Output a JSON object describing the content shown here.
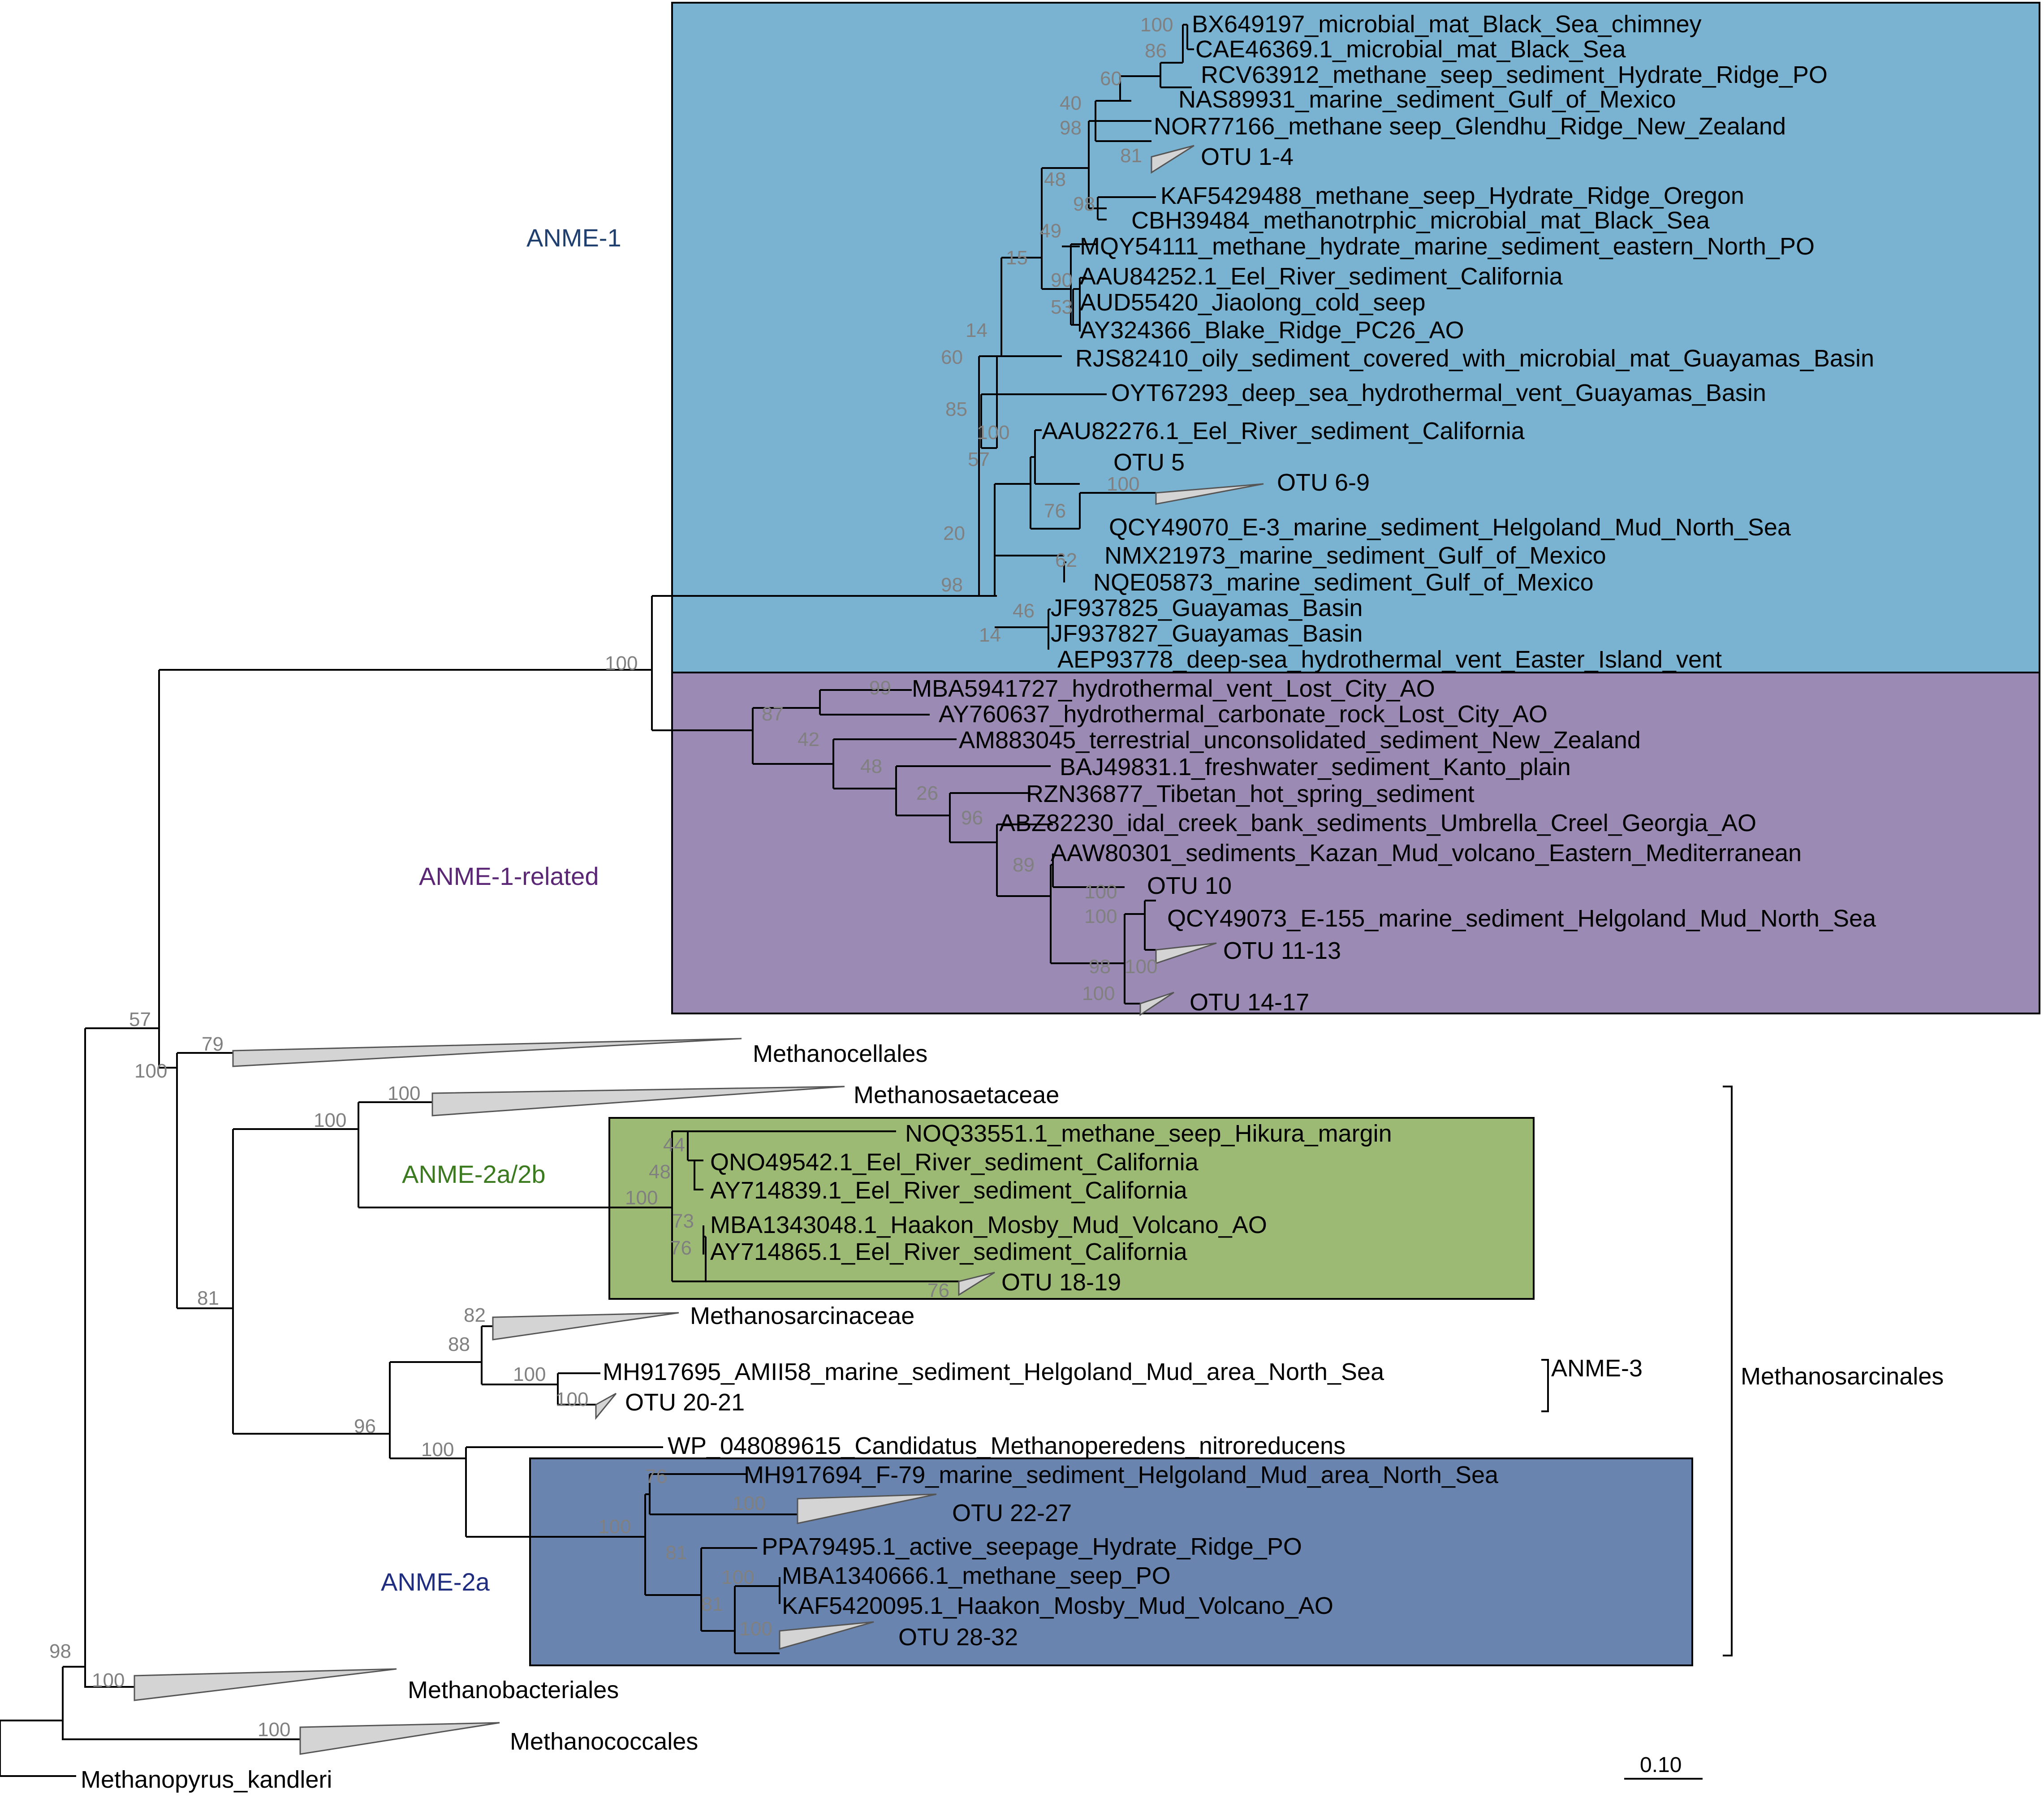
{
  "colors": {
    "anme1": "#7ab3d1",
    "anme1_related": "#9b8bb4",
    "anme2ab": "#9cba74",
    "anme2a": "#6a84b0",
    "anme1_label": "#1f3f6e",
    "anme1_related_label": "#5a2675",
    "anme2ab_label": "#3b7a1e",
    "anme2a_label": "#1f2d80"
  },
  "clades": {
    "anme1": "ANME-1",
    "anme1_related": "ANME-1-related",
    "anme2ab": "ANME-2a/2b",
    "anme2a": "ANME-2a",
    "anme3": "ANME-3",
    "methanosarcinales": "Methanosarcinales"
  },
  "scale_bar": "0.10",
  "leaves": {
    "bx649197": "BX649197_microbial_mat_Black_Sea_chimney",
    "cae46369": "CAE46369.1_microbial_mat_Black_Sea",
    "rcv63912": "RCV63912_methane_seep_sediment_Hydrate_Ridge_PO",
    "nas89931": "NAS89931_marine_sediment_Gulf_of_Mexico",
    "nor77166": "NOR77166_methane seep_Glendhu_Ridge_New_Zealand",
    "otu1_4": "OTU 1-4",
    "kaf5429488": "KAF5429488_methane_seep_Hydrate_Ridge_Oregon",
    "cbh39484": "CBH39484_methanotrphic_microbial_mat_Black_Sea",
    "mqy54111": "MQY54111_methane_hydrate_marine_sediment_eastern_North_PO",
    "aau84252": "AAU84252.1_Eel_River_sediment_California",
    "aud55420": "AUD55420_Jiaolong_cold_seep",
    "ay324366": "AY324366_Blake_Ridge_PC26_AO",
    "rjs82410": "RJS82410_oily_sediment_covered_with_microbial_mat_Guayamas_Basin",
    "oyt67293": "OYT67293_deep_sea_hydrothermal_vent_Guayamas_Basin",
    "aau82276": "AAU82276.1_Eel_River_sediment_California",
    "otu5": "OTU 5",
    "otu6_9": "OTU 6-9",
    "qcy49070": "QCY49070_E-3_marine_sediment_Helgoland_Mud_North_Sea",
    "nmx21973": "NMX21973_marine_sediment_Gulf_of_Mexico",
    "nqe05873": "NQE05873_marine_sediment_Gulf_of_Mexico",
    "jf937825": "JF937825_Guayamas_Basin",
    "jf937827": "JF937827_Guayamas_Basin",
    "aep93778": "AEP93778_deep-sea_hydrothermal_vent_Easter_Island_vent",
    "mba5941727": "MBA5941727_hydrothermal_vent_Lost_City_AO",
    "ay760637": "AY760637_hydrothermal_carbonate_rock_Lost_City_AO",
    "am883045": "AM883045_terrestrial_unconsolidated_sediment_New_Zealand",
    "baj49831": "BAJ49831.1_freshwater_sediment_Kanto_plain",
    "rzn36877": "RZN36877_Tibetan_hot_spring_sediment",
    "abz82230": "ABZ82230_idal_creek_bank_sediments_Umbrella_Creel_Georgia_AO",
    "aaw80301": "AAW80301_sediments_Kazan_Mud_volcano_Eastern_Mediterranean",
    "otu10": "OTU 10",
    "qcy49073": "QCY49073_E-155_marine_sediment_Helgoland_Mud_North_Sea",
    "otu11_13": "OTU 11-13",
    "otu14_17": "OTU 14-17",
    "methanocellales": "Methanocellales",
    "methanosaetaceae": "Methanosaetaceae",
    "noq33551": "NOQ33551.1_methane_seep_Hikura_margin",
    "qno49542": "QNO49542.1_Eel_River_sediment_California",
    "ay714839": "AY714839.1_Eel_River_sediment_California",
    "mba1343048": "MBA1343048.1_Haakon_Mosby_Mud_Volcano_AO",
    "ay714865": "AY714865.1_Eel_River_sediment_California",
    "otu18_19": "OTU 18-19",
    "methanosarcinaceae": "Methanosarcinaceae",
    "mh917695": "MH917695_AMII58_marine_sediment_Helgoland_Mud_area_North_Sea",
    "otu20_21": "OTU 20-21",
    "wp048089615": "WP_048089615_Candidatus_Methanoperedens_nitroreducens",
    "mh917694": "MH917694_F-79_marine_sediment_Helgoland_Mud_area_North_Sea",
    "otu22_27": "OTU 22-27",
    "ppa79495": "PPA79495.1_active_seepage_Hydrate_Ridge_PO",
    "mba1340666": "MBA1340666.1_methane_seep_PO",
    "kaf5420095": "KAF5420095.1_Haakon_Mosby_Mud_Volcano_AO",
    "otu28_32": "OTU 28-32",
    "methanobacteriales": "Methanobacteriales",
    "methanococcales": "Methanococcales",
    "methanopyrus": "Methanopyrus_kandleri"
  },
  "bootstrap": {
    "b_bx": "100",
    "b_cae": "86",
    "b_rcv": "60",
    "b_nas": "40",
    "b_nor": "98",
    "b_otu14": "81",
    "b_48": "48",
    "b_kaf": "98",
    "b_49": "49",
    "b_15": "15",
    "b_90": "90",
    "b_53": "53",
    "b_14": "14",
    "b_60": "60",
    "b_85": "85",
    "b_aau82": "100",
    "b_57": "57",
    "b_otu69": "100",
    "b_76": "76",
    "b_20": "20",
    "b_62": "62",
    "b_98b": "98",
    "b_46": "46",
    "b_14b": "14",
    "b_root100": "100",
    "b_99": "99",
    "b_87": "87",
    "b_42": "42",
    "b_48b": "48",
    "b_26": "26",
    "b_96": "96",
    "b_89": "89",
    "b_100c": "100",
    "b_100d": "100",
    "b_98c": "98",
    "b_100e": "100",
    "b_100f": "100",
    "b_57b": "57",
    "b_79": "79",
    "b_100g": "100",
    "b_100h": "100",
    "b_100i": "100",
    "b_44": "44",
    "b_48c": "48",
    "b_100j": "100",
    "b_73": "73",
    "b_76b": "76",
    "b_76c": "76",
    "b_81": "81",
    "b_82": "82",
    "b_88": "88",
    "b_100k": "100",
    "b_100l": "100",
    "b_96b": "96",
    "b_100m": "100",
    "b_76d": "76",
    "b_100n": "100",
    "b_100o": "100",
    "b_81b": "81",
    "b_100p": "100",
    "b_81c": "81",
    "b_100q": "100",
    "b_98d": "98",
    "b_100r": "100",
    "b_100s": "100"
  }
}
